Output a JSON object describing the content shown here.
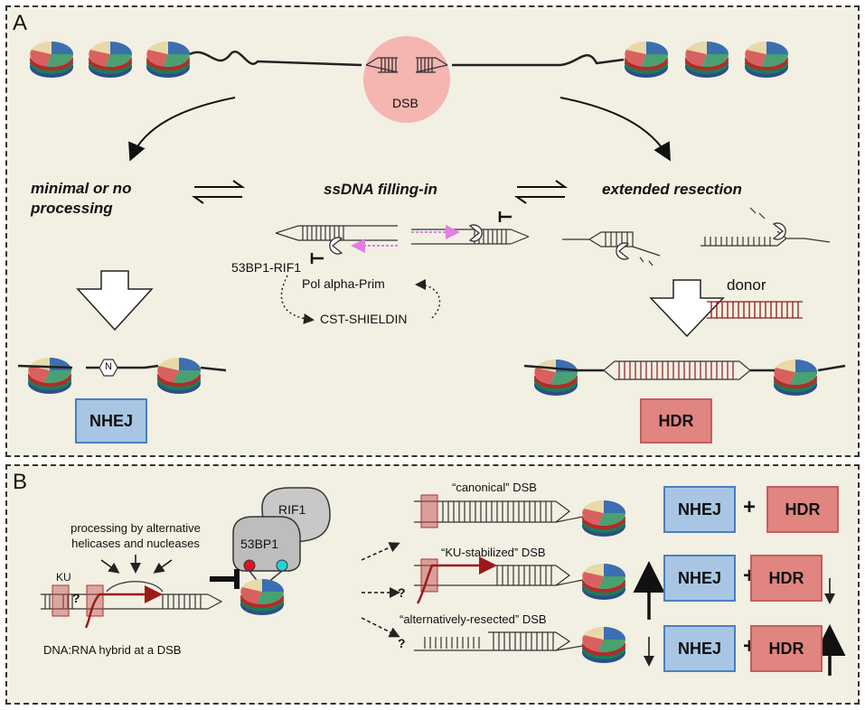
{
  "panelA": {
    "letter": "A",
    "dsb": "DSB",
    "path_left": "minimal or no processing",
    "path_middle": "ssDNA filling-in",
    "path_right": "extended resection",
    "rif1_label": "53BP1-RIF1",
    "pol_label": "Pol alpha-Prim",
    "cst_label": "CST-SHIELDIN",
    "donor_label": "donor",
    "nhej_label": "NHEJ",
    "hdr_label": "HDR",
    "n_label": "N"
  },
  "panelB": {
    "letter": "B",
    "rif1": "RIF1",
    "bp53": "53BP1",
    "processing": "processing by alternative helicases and nucleases",
    "ku": "KU",
    "q": "?",
    "hybrid": "DNA:RNA hybrid at a DSB",
    "canonical": "“canonical” DSB",
    "ku_stab": "“KU-stabilized” DSB",
    "alt_res": "“alternatively-resected” DSB",
    "nhej": "NHEJ",
    "hdr": "HDR",
    "plus": "+"
  },
  "colors": {
    "panel_bg": "#f2efe3",
    "nhej": "#a8c6e3",
    "hdr": "#e08580",
    "dsb_circle": "#f5b5b0",
    "rna": "#9b1b1b",
    "magenta": "#e07fe0"
  }
}
